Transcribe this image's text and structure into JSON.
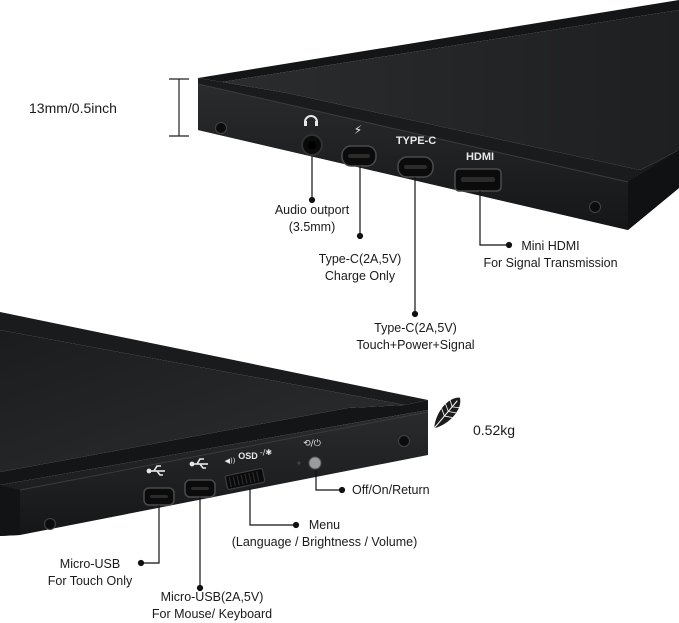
{
  "dimension": {
    "thickness": "13mm/0.5inch"
  },
  "weight": {
    "value": "0.52kg",
    "icon": "feather-icon"
  },
  "top_panel": {
    "port_markings": {
      "power": "⚡",
      "type_c": "TYPE-C",
      "hdmi": "HDMI"
    },
    "callouts": {
      "audio": {
        "line1": "Audio outport",
        "line2": "(3.5mm)"
      },
      "charge": {
        "line1": "Type-C(2A,5V)",
        "line2": "Charge Only"
      },
      "typec": {
        "line1": "Type-C(2A,5V)",
        "line2": "Touch+Power+Signal"
      },
      "hdmi": {
        "line1": "Mini HDMI",
        "line2": "For Signal Transmission"
      }
    }
  },
  "bottom_panel": {
    "port_markings": {
      "osd": "OSD",
      "volume": "◀))",
      "brightness": "-/✱",
      "power": "⟲/⏻"
    },
    "callouts": {
      "power": {
        "line1": "Off/On/Return"
      },
      "menu": {
        "line1": "Menu",
        "line2": "(Language / Brightness / Volume)"
      },
      "micro_touch": {
        "line1": "Micro-USB",
        "line2": "For Touch Only"
      },
      "micro_power": {
        "line1": "Micro-USB(2A,5V)",
        "line2": "For Mouse/ Keyboard"
      }
    }
  },
  "colors": {
    "frame": "#1c1d1f",
    "screen": "#232426",
    "port": "#0d0d0d",
    "line": "#111111"
  }
}
